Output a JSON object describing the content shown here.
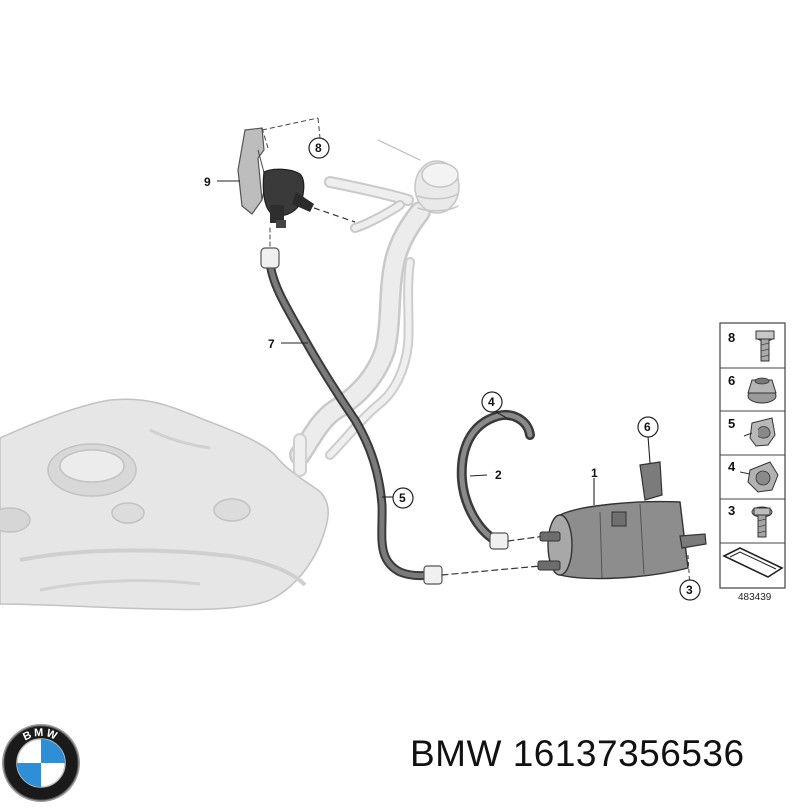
{
  "diagram": {
    "callouts": [
      {
        "id": "1",
        "label": "1"
      },
      {
        "id": "2",
        "label": "2"
      },
      {
        "id": "3",
        "label": "3"
      },
      {
        "id": "4",
        "label": "4"
      },
      {
        "id": "5",
        "label": "5"
      },
      {
        "id": "6",
        "label": "6"
      },
      {
        "id": "7",
        "label": "7"
      },
      {
        "id": "8",
        "label": "8"
      },
      {
        "id": "9",
        "label": "9"
      }
    ],
    "legend": {
      "items": [
        {
          "label": "8",
          "icon": "bolt-icon"
        },
        {
          "label": "6",
          "icon": "nut-icon"
        },
        {
          "label": "5",
          "icon": "hose-clip-icon"
        },
        {
          "label": "4",
          "icon": "clamp-icon"
        },
        {
          "label": "3",
          "icon": "screw-icon"
        },
        {
          "label": "",
          "icon": "direction-arrow-icon"
        }
      ]
    },
    "diagram_number": "483439"
  },
  "brand": {
    "logo_letters": "BMW",
    "logo_colors": {
      "ring": "#1a1a1a",
      "blue": "#2e8ed6",
      "white": "#ffffff"
    }
  },
  "caption": {
    "text": "BMW 16137356536"
  }
}
